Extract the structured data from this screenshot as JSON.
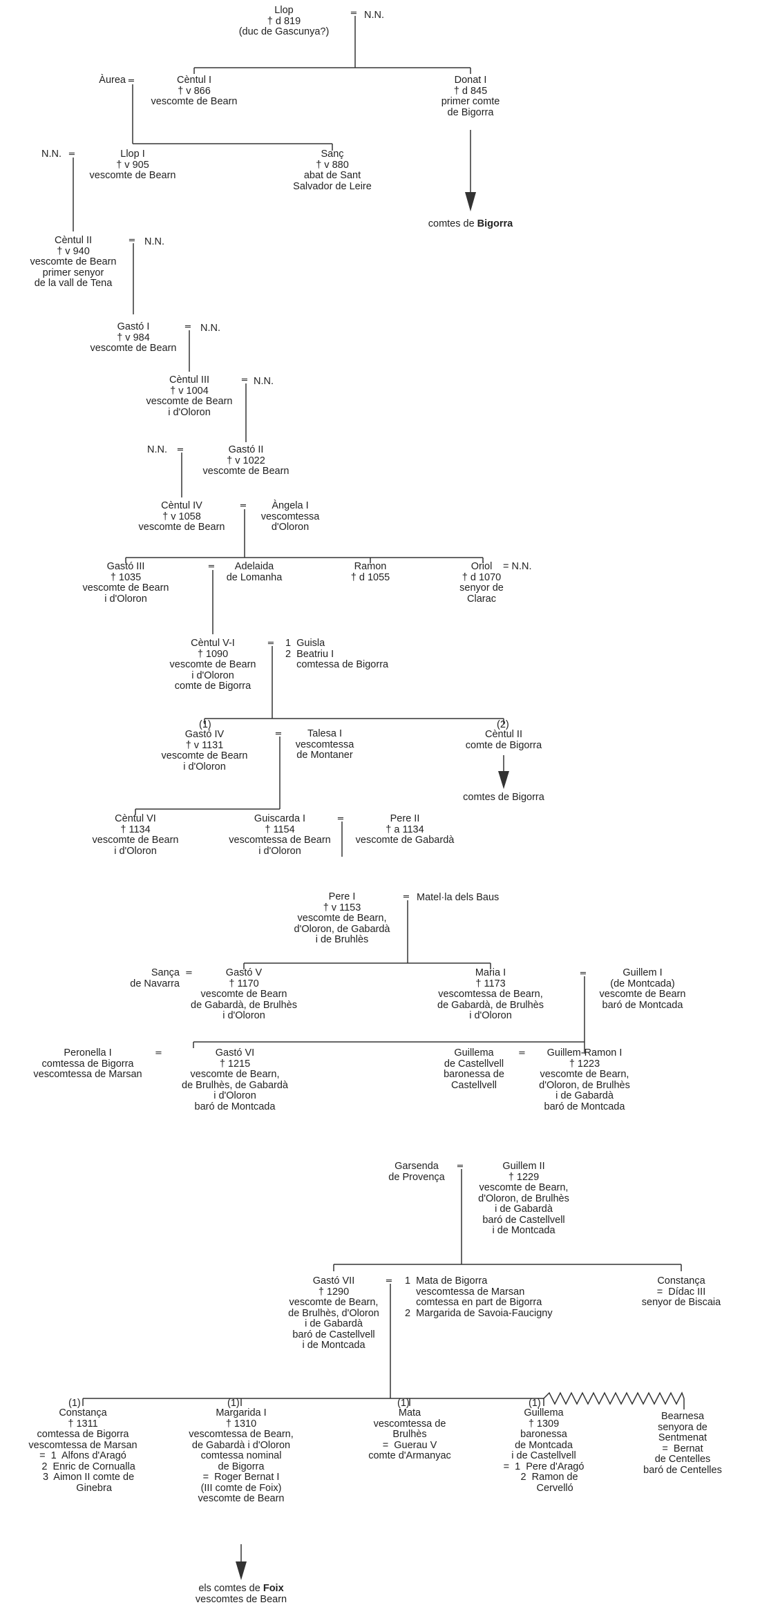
{
  "persons": {
    "llop": "Llop\n† d 819\n(duc de Gascunya?)",
    "llop_spouse": "N.N.",
    "aurea": "Àurea",
    "centul1": "Cèntul I\n† v 866\nvescomte de Bearn",
    "donat1": "Donat I\n† d 845\nprimer comte\nde Bigorra",
    "llop1_spouse": "N.N.",
    "llop1": "Llop I\n† v 905\nvescomte de Bearn",
    "sanc": "Sanç\n† v 880\nabat de Sant\nSalvador de Leire",
    "comtes_bigorra_1_pre": "comtes de ",
    "comtes_bigorra_1_bold": "Bigorra",
    "centul2": "Cèntul II\n† v 940\nvescomte de Bearn\nprimer senyor\nde la vall de Tena",
    "centul2_spouse": "N.N.",
    "gasto1": "Gastó I\n† v 984\nvescomte de Bearn",
    "gasto1_spouse": "N.N.",
    "centul3": "Cèntul III\n† v 1004\nvescomte de Bearn\ni d'Oloron",
    "centul3_spouse": "N.N.",
    "gasto2_spouse": "N.N.",
    "gasto2": "Gastó II\n† v 1022\nvescomte de Bearn",
    "centul4": "Cèntul IV\n† v 1058\nvescomte de Bearn",
    "angela1": "Àngela I\nvescomtessa\nd'Oloron",
    "gasto3": "Gastó III\n† 1035\nvescomte de Bearn\ni d'Oloron",
    "adelaida": "Adelaida\nde Lomanha",
    "ramon": "Ramon\n† d 1055",
    "oriol": "Oriol\n† d 1070\nsenyor de\nClarac",
    "oriol_spouse": "= N.N.",
    "centul5": "Cèntul V-I\n† 1090\nvescomte de Bearn\ni d'Oloron\ncomte de Bigorra",
    "centul5_spouses": "1  Guisla\n2  Beatriu I\n    comtessa de Bigorra",
    "mark1_gasto4": "(1)",
    "gasto4": "Gastó IV\n† v 1131\nvescomte de Bearn\ni d'Oloron",
    "talesa": "Talesa I\nvescomtessa\nde Montaner",
    "mark2_centul2b": "(2)",
    "centul2b": "Cèntul II\ncomte de Bigorra",
    "comtes_bigorra_2": "comtes de Bigorra",
    "centul6": "Cèntul VI\n† 1134\nvescomte de Bearn\ni d'Oloron",
    "guiscarda": "Guiscarda I\n† 1154\nvescomtessa de Bearn\ni d'Oloron",
    "pere2": "Pere II\n† a 1134\nvescomte de Gabardà",
    "pere1": "Pere I\n† v 1153\nvescomte de Bearn,\nd'Oloron, de Gabardà\ni de Bruhlès",
    "matella": "Matel·la dels Baus",
    "sanca": "Sança\nde Navarra",
    "gasto5": "Gastó V\n† 1170\nvescomte de Bearn\nde Gabardà, de Brulhès\ni d'Oloron",
    "maria1": "Maria I\n† 1173\nvescomtessa de Bearn,\nde Gabardà, de Brulhès\ni d'Oloron",
    "guillem1": "Guillem I\n(de Montcada)\nvescomte de Bearn\nbaró de Montcada",
    "peronella": "Peronella I\ncomtessa de Bigorra\nvescomtessa de Marsan",
    "gasto6": "Gastó VI\n† 1215\nvescomte de Bearn,\nde Brulhès, de Gabardà\ni d'Oloron\nbaró de Montcada",
    "guillema_c": "Guillema\nde Castellvell\nbaronessa de\nCastellvell",
    "guillemramon": "Guillem-Ramon I\n† 1223\nvescomte de Bearn,\nd'Oloron, de Brulhès\ni de Gabardà\nbaró de Montcada",
    "garsenda": "Garsenda\nde Provença",
    "guillem2": "Guillem II\n† 1229\nvescomte de Bearn,\nd'Oloron, de Brulhès\ni de Gabardà\nbaró de Castellvell\ni de Montcada",
    "gasto7": "Gastó VII\n† 1290\nvescomte de Bearn,\nde Brulhès, d'Oloron\ni de Gabardà\nbaró de Castellvell\ni de Montcada",
    "gasto7_spouses": "1  Mata de Bigorra\n    vescomtessa de Marsan\n    comtessa en part de Bigorra\n2  Margarida de Savoia-Faucigny",
    "constanca_a": "Constança\n=  Dídac III\nsenyor de Biscaia",
    "mark_constanca": "(1)",
    "constanca_b": "Constança\n† 1311\ncomtessa de Bigorra\nvescomtessa de Marsan\n=  1  Alfons d'Aragó\n    2  Enric de Cornualla\n    3  Aimon II comte de\n        Ginebra",
    "mark_margarida": "(1)",
    "margarida": "Margarida I\n† 1310\nvescomtessa de Bearn,\nde Gabardà i d'Oloron\ncomtessa nominal\nde Bigorra\n=  Roger Bernat I\n(III comte de Foix)\nvescomte de Bearn",
    "mark_mata": "(1)",
    "mata": "Mata\nvescomtessa de\nBrulhès\n=  Guerau V\ncomte d'Armanyac",
    "mark_guillema": "(1)",
    "guillema_m": "Guillema\n† 1309\nbaronessa\nde Montcada\ni de Castellvell\n=  1  Pere d'Aragó\n    2  Ramon de\n        Cervelló",
    "bearnesa": "Bearnesa\nsenyora de\nSentmenat\n=  Bernat\nde Centelles\nbaró de Centelles",
    "foix_pre": "els comtes de ",
    "foix_bold": "Foix",
    "foix_post": "vescomtes de Bearn"
  }
}
